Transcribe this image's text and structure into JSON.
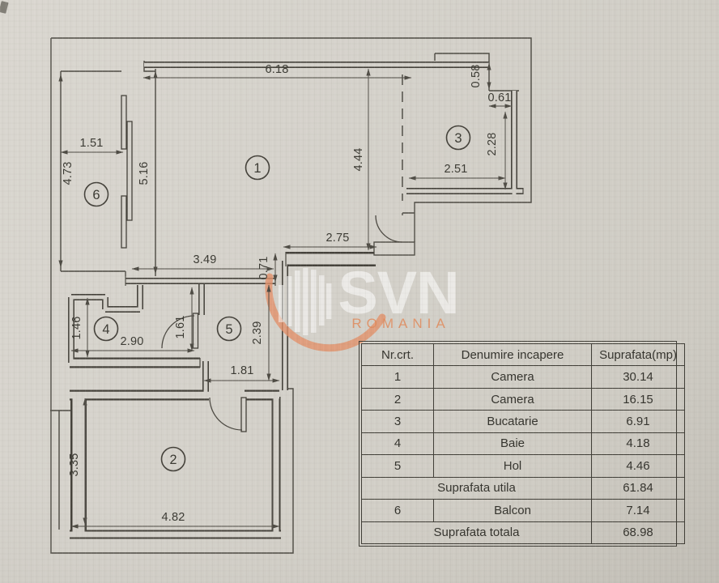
{
  "colors": {
    "paper": "#d5d2cb",
    "line": "#45423b",
    "accent_orange": "#e2916a"
  },
  "watermark": {
    "brand": "SVN",
    "region": "ROMANIA"
  },
  "floor_plan": {
    "rooms": {
      "r1": "1",
      "r2": "2",
      "r3": "3",
      "r4": "4",
      "r5": "5",
      "r6": "6"
    },
    "dims": {
      "d1": "6.18",
      "d2": "4.44",
      "d3": "0.58",
      "d4": "0.61",
      "d5": "2.28",
      "d6": "2.51",
      "d7": "5.16",
      "d8": "1.51",
      "d9": "4.73",
      "d10": "2.75",
      "d11": "3.49",
      "d12": "0.71",
      "d13": "1.46",
      "d14": "2.90",
      "d15": "1.61",
      "d16": "2.39",
      "d17": "1.81",
      "d18": "3.35",
      "d19": "4.82"
    }
  },
  "table": {
    "headers": [
      "Nr.crt.",
      "Denumire incapere",
      "Suprafata(mp)"
    ],
    "rows": [
      {
        "nr": "1",
        "name": "Camera",
        "area": "30.14"
      },
      {
        "nr": "2",
        "name": "Camera",
        "area": "16.15"
      },
      {
        "nr": "3",
        "name": "Bucatarie",
        "area": "6.91"
      },
      {
        "nr": "4",
        "name": "Baie",
        "area": "4.18"
      },
      {
        "nr": "5",
        "name": "Hol",
        "area": "4.46"
      }
    ],
    "subtotal": {
      "label": "Suprafata utila",
      "area": "61.84"
    },
    "balcony_row": {
      "nr": "6",
      "name": "Balcon",
      "area": "7.14"
    },
    "total": {
      "label": "Suprafata totala",
      "area": "68.98"
    }
  }
}
